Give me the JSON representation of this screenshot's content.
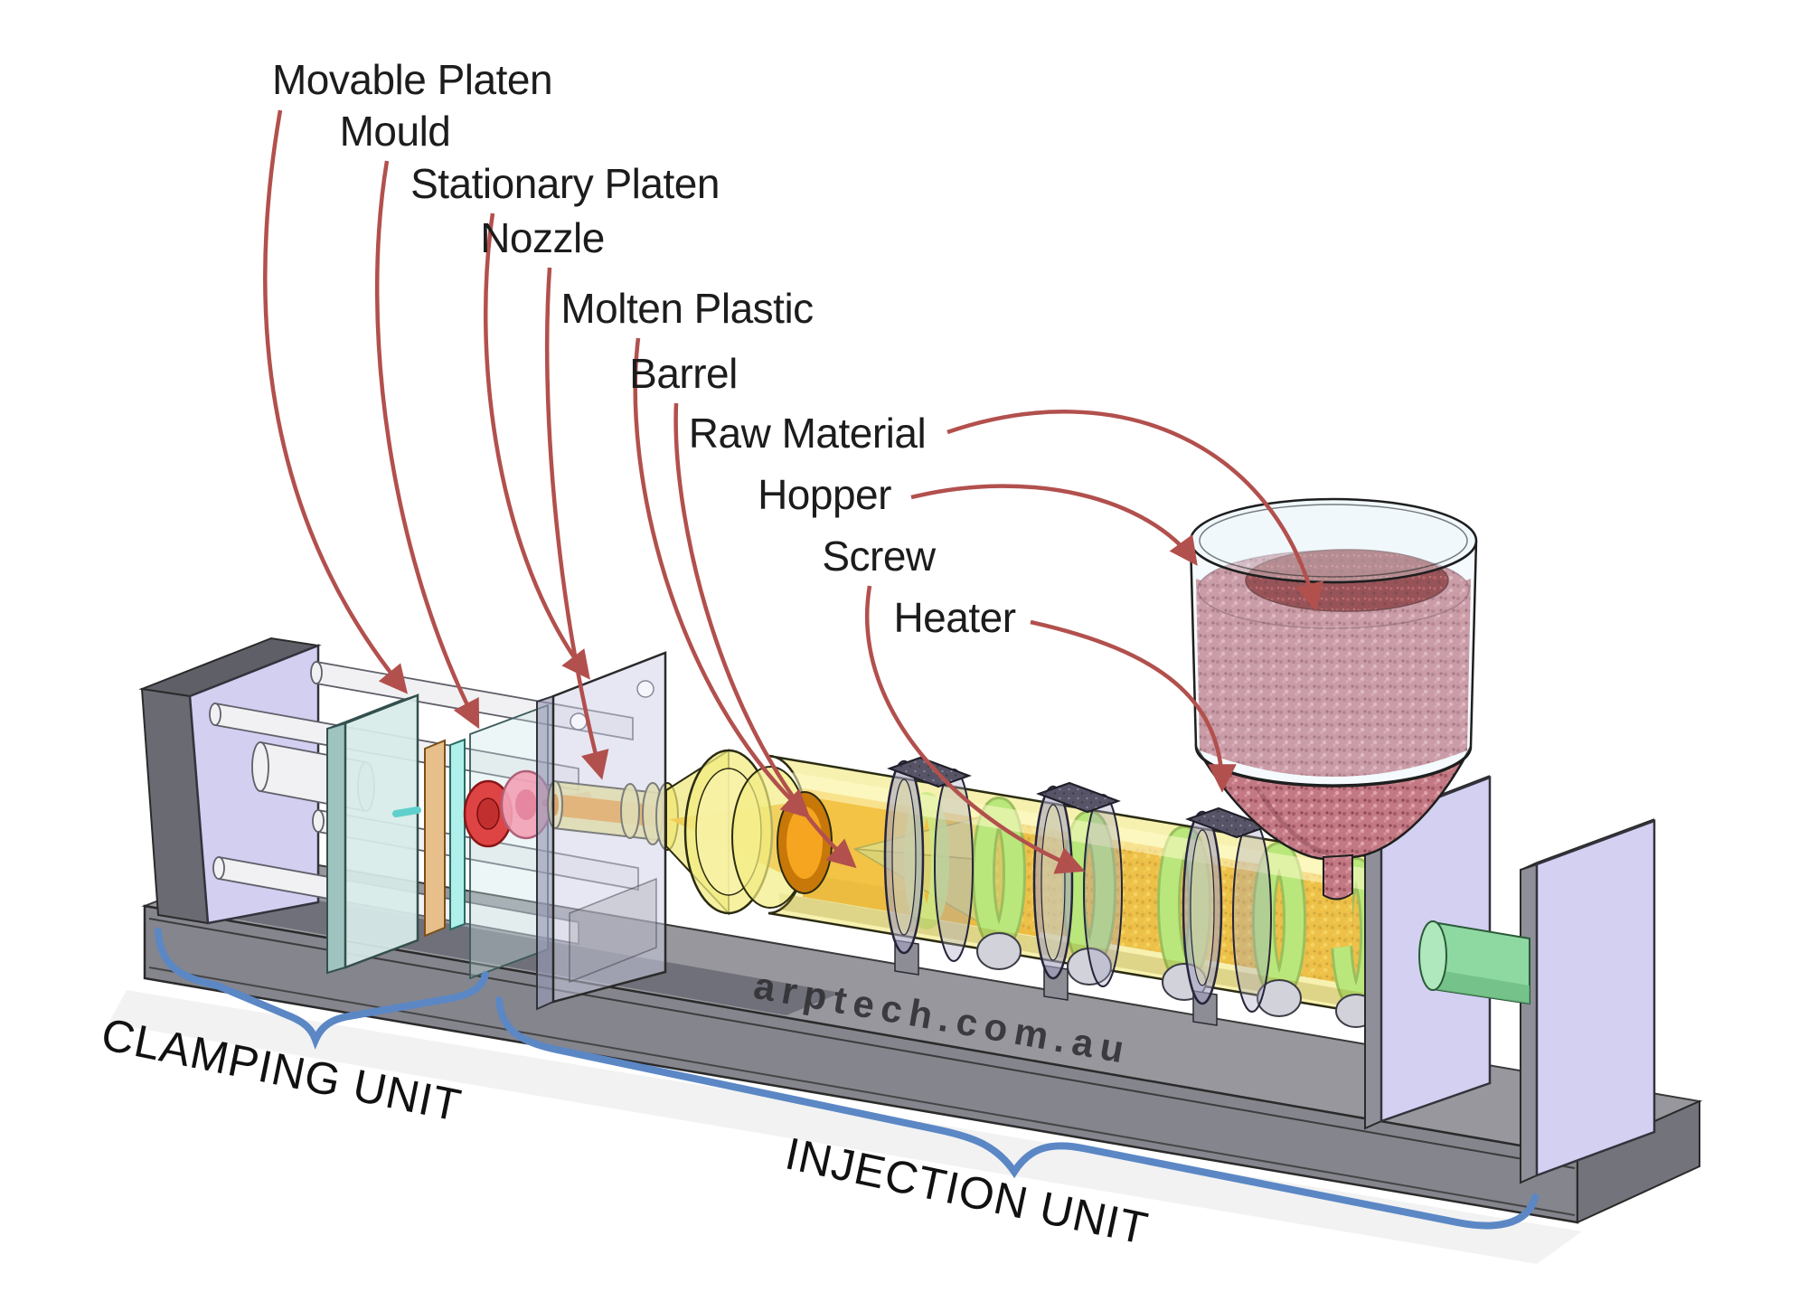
{
  "diagram": {
    "title": "Injection moulding machine diagram",
    "watermark": {
      "text": "arptech.com.au"
    },
    "part_labels": [
      {
        "id": "movable-platen",
        "text": "Movable Platen"
      },
      {
        "id": "mould",
        "text": "Mould"
      },
      {
        "id": "stationary-platen",
        "text": "Stationary Platen"
      },
      {
        "id": "nozzle",
        "text": "Nozzle"
      },
      {
        "id": "molten-plastic",
        "text": "Molten Plastic"
      },
      {
        "id": "barrel",
        "text": "Barrel"
      },
      {
        "id": "raw-material",
        "text": "Raw Material"
      },
      {
        "id": "hopper",
        "text": "Hopper"
      },
      {
        "id": "screw",
        "text": "Screw"
      },
      {
        "id": "heater",
        "text": "Heater"
      }
    ],
    "unit_labels": [
      {
        "id": "clamping-unit",
        "text": "CLAMPING UNIT"
      },
      {
        "id": "injection-unit",
        "text": "INJECTION UNIT"
      }
    ],
    "colors": {
      "label_text": "#1c1c1c",
      "leader_arrow": "#b2504d",
      "brace_blue": "#5b87c5",
      "base_gray": "#8d8d95",
      "frame_gray": "#6a6a73",
      "end_plate_lavender": "#d2cff1",
      "movable_platen_cyan": "#d8ece9",
      "mould_plate_cyan": "#aff0ea",
      "mould_plate_tan": "#e7bf8a",
      "moulded_part_red": "#df4444",
      "moulded_part_pink": "#f2a2b6",
      "platen_glass": "#cdd0e6",
      "barrel_yellow": "#f0e87e",
      "molten_orange": "#f49a12",
      "screw_green": "#76e88c",
      "heater_band": "#a7a4c1",
      "hopper_granules_pink": "#c37984",
      "raw_material_dark_red": "#7c1013",
      "shaft_green": "#8ed9a2",
      "watermark_text": "#313135"
    }
  }
}
